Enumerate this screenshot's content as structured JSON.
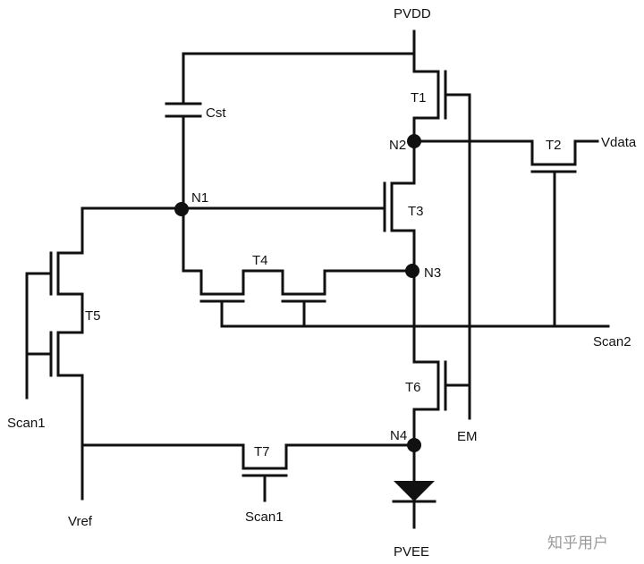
{
  "rails": {
    "top": "PVDD",
    "bottom": "PVEE"
  },
  "transistors": [
    "T1",
    "T2",
    "T3",
    "T4",
    "T5",
    "T6",
    "T7"
  ],
  "capacitor": "Cst",
  "nodes": [
    "N1",
    "N2",
    "N3",
    "N4"
  ],
  "signals": {
    "vdata": "Vdata",
    "scan2": "Scan2",
    "scan1_left": "Scan1",
    "scan1_bottom": "Scan1",
    "em": "EM",
    "vref": "Vref"
  },
  "watermark": "知乎用户"
}
